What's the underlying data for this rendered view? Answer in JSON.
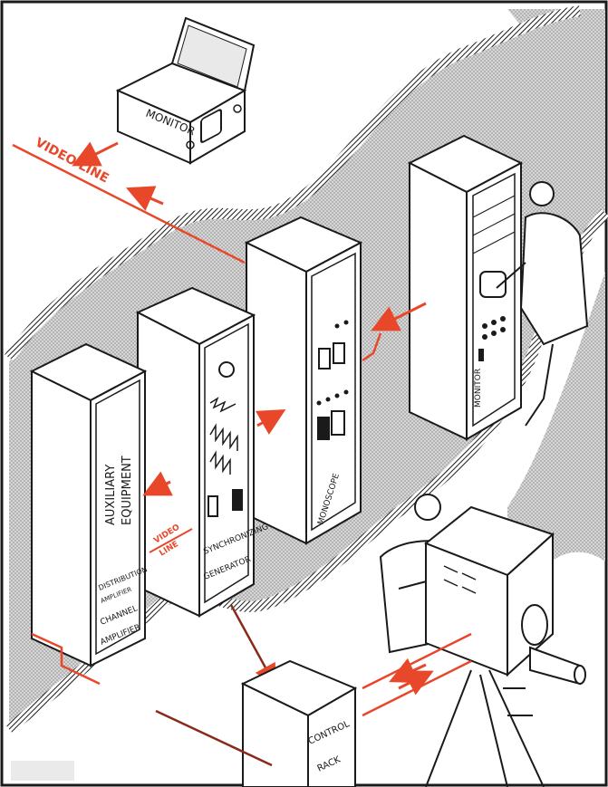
{
  "diagram": {
    "colors": {
      "ink": "#1a1a1a",
      "signal": "#e8472a",
      "shade": "#bdbdbd",
      "paper": "#ffffff"
    },
    "labels": {
      "monitor_top": "MONITOR",
      "video_line_top": "VIDEO LINE",
      "auxiliary": "AUXILIARY",
      "equipment": "EQUIPMENT",
      "distribution": "DISTRIBUTION",
      "amplifier_small": "AMPLIFIER",
      "channel": "CHANNEL",
      "amplifier": "AMPLIFIER",
      "video": "VIDEO",
      "line": "LINE",
      "synchronizing": "SYNCHRONIZING",
      "generator": "GENERATOR",
      "monoscope": "MONOSCOPE",
      "monitor_rack": "MONITOR",
      "control": "CONTROL",
      "rack": "RACK"
    }
  }
}
